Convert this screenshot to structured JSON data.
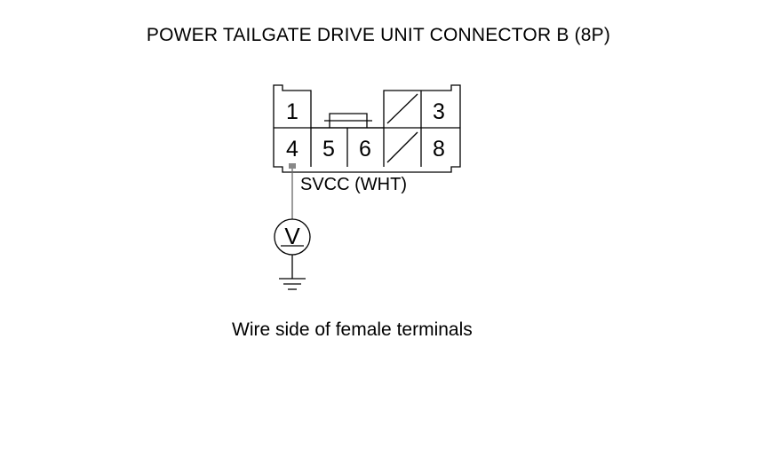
{
  "title": "POWER TAILGATE DRIVE UNIT CONNECTOR B (8P)",
  "caption": "Wire side of female terminals",
  "wire_label": "SVCC (WHT)",
  "meter_symbol": "V",
  "pins": {
    "p1": "1",
    "p3": "3",
    "p4": "4",
    "p5": "5",
    "p6": "6",
    "p8": "8"
  }
}
